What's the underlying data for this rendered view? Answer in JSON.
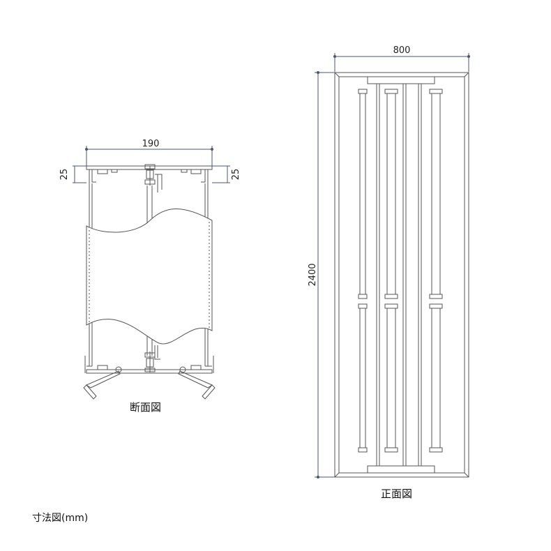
{
  "section_view": {
    "caption": "断面図",
    "width_dim": "190",
    "left_flange_dim": "25",
    "right_flange_dim": "25"
  },
  "front_view": {
    "caption": "正面図",
    "width_dim": "800",
    "height_dim": "2400"
  },
  "note": "寸法図(mm)",
  "colors": {
    "line": "#555555",
    "dimension_line": "#4a5570",
    "panel_fill": "#ffffff"
  }
}
